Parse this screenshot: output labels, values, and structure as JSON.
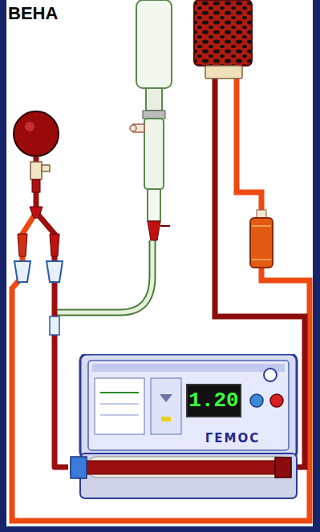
{
  "diagram": {
    "nodes": [
      {
        "text": [
          "ВЕНА"
        ]
      },
      {
        "text": [
          "1.20",
          "ГЕМОС"
        ]
      }
    ],
    "edges": [
      {
        "from": 0,
        "to": 1,
        "arrow": "none"
      }
    ]
  }
}
